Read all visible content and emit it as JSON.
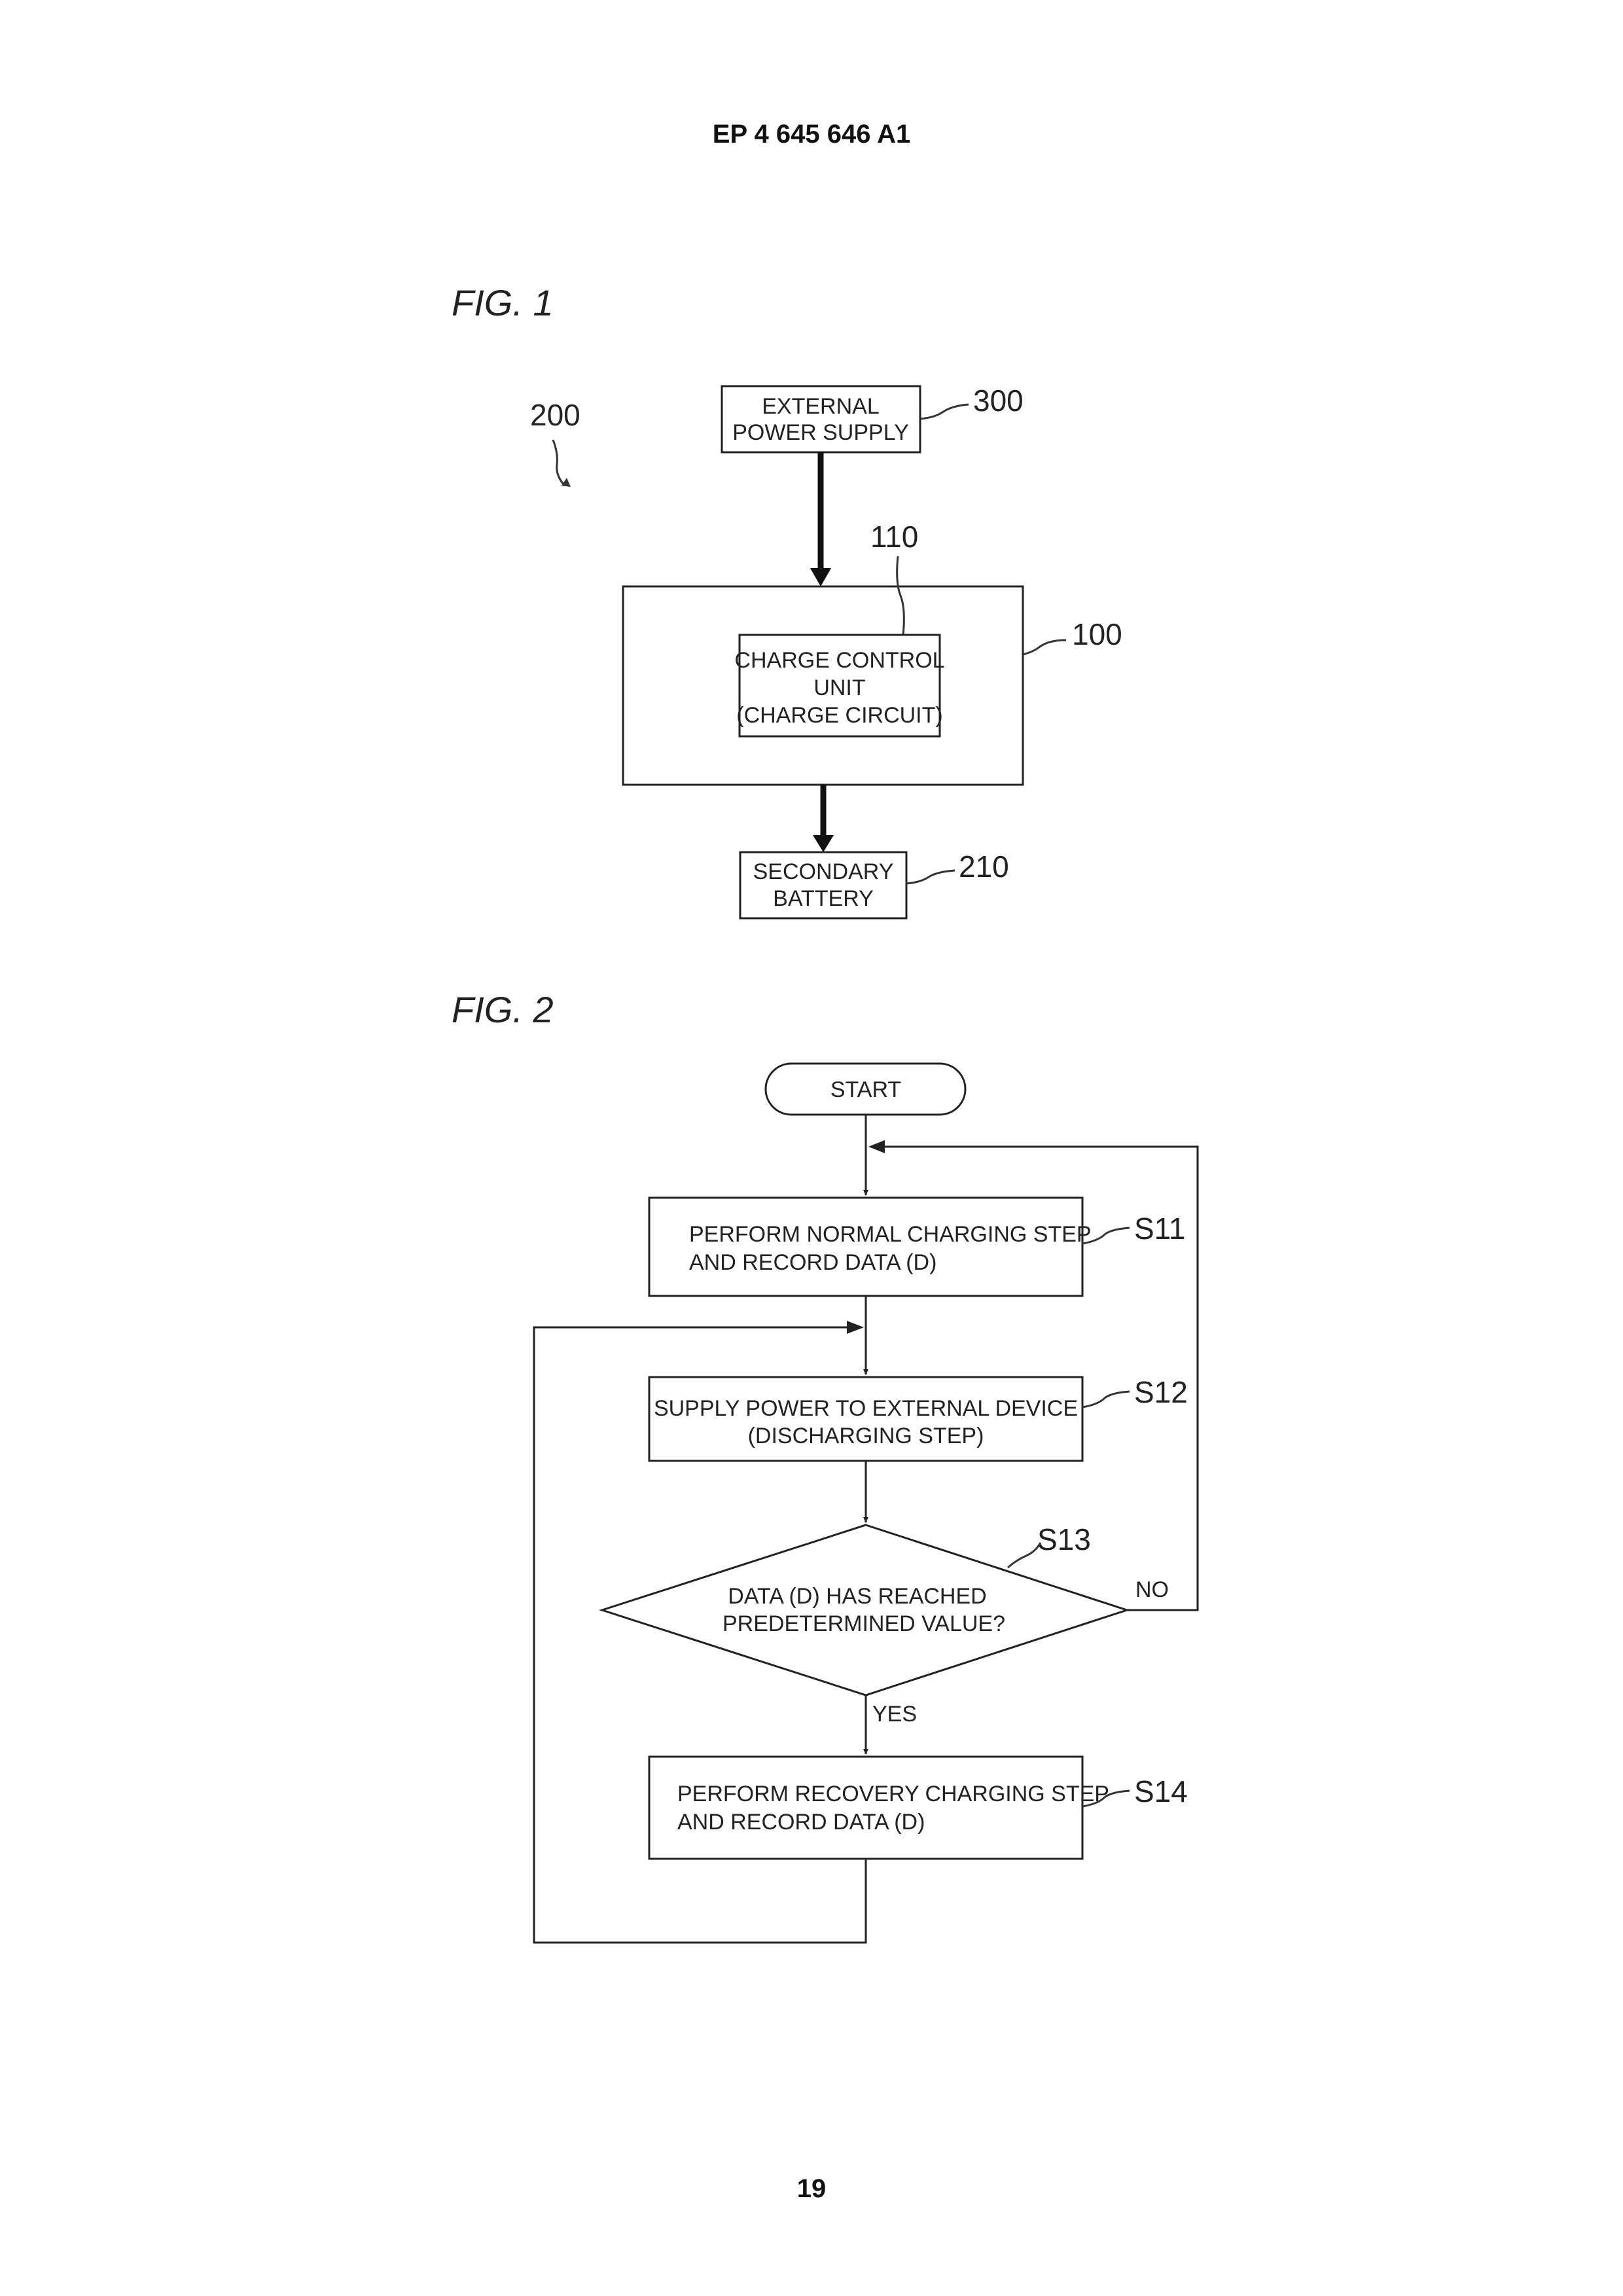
{
  "header": {
    "doc_number": "EP 4 645 646 A1"
  },
  "footer": {
    "page_number": "19"
  },
  "fig1": {
    "label": "FIG. 1",
    "system_ref": "200",
    "external_power_supply": {
      "lines": [
        "EXTERNAL",
        "POWER SUPPLY"
      ],
      "ref": "300"
    },
    "charger": {
      "ref": "100"
    },
    "charge_control_unit": {
      "lines": [
        "CHARGE CONTROL",
        "UNIT",
        "(CHARGE CIRCUIT)"
      ],
      "ref": "110"
    },
    "secondary_battery": {
      "lines": [
        "SECONDARY",
        "BATTERY"
      ],
      "ref": "210"
    }
  },
  "fig2": {
    "label": "FIG. 2",
    "start": "START",
    "s11": {
      "lines": [
        "PERFORM NORMAL CHARGING STEP",
        "AND RECORD DATA (D)"
      ],
      "ref": "S11"
    },
    "s12": {
      "lines": [
        "SUPPLY POWER TO EXTERNAL DEVICE",
        "(DISCHARGING STEP)"
      ],
      "ref": "S12"
    },
    "s13": {
      "lines": [
        "DATA (D) HAS REACHED",
        "PREDETERMINED VALUE?"
      ],
      "ref": "S13",
      "no": "NO",
      "yes": "YES"
    },
    "s14": {
      "lines": [
        "PERFORM RECOVERY CHARGING STEP",
        "AND RECORD DATA (D)"
      ],
      "ref": "S14"
    }
  }
}
